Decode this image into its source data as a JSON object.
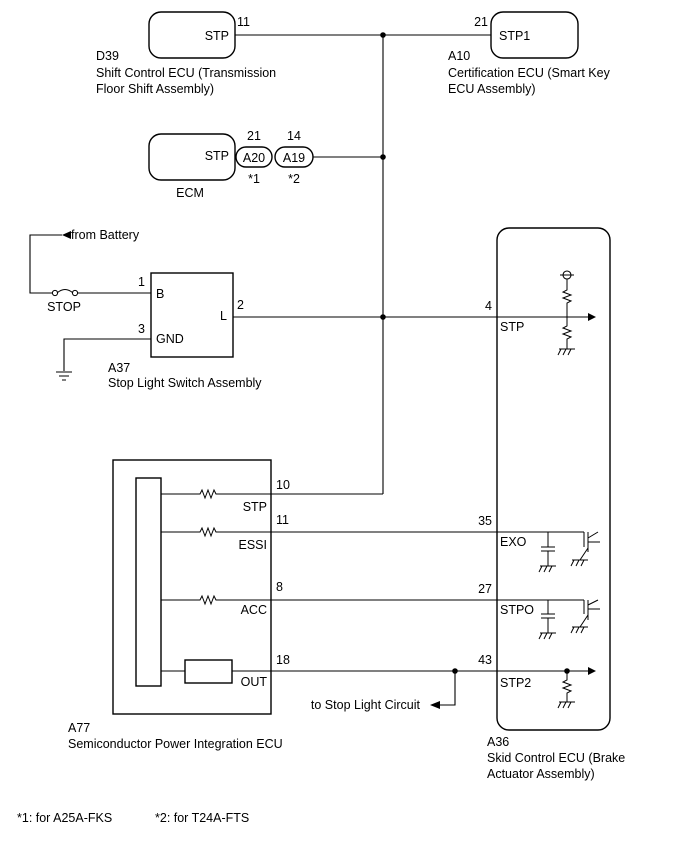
{
  "d39": {
    "code": "D39",
    "name_line1": "Shift Control ECU (Transmission",
    "name_line2": "Floor Shift Assembly)",
    "terminal": "STP",
    "pin": "11"
  },
  "a10": {
    "code": "A10",
    "name_line1": "Certification ECU (Smart Key",
    "name_line2": "ECU Assembly)",
    "terminal": "STP1",
    "pin": "21"
  },
  "ecm": {
    "name": "ECM",
    "terminal": "STP",
    "conn1": {
      "code": "A20",
      "pin": "21",
      "note": "*1"
    },
    "conn2": {
      "code": "A19",
      "pin": "14",
      "note": "*2"
    }
  },
  "battery": {
    "label": "from Battery"
  },
  "fuse": {
    "label": "STOP"
  },
  "a37": {
    "code": "A37",
    "name": "Stop Light Switch Assembly",
    "term_b": "B",
    "term_gnd": "GND",
    "term_l": "L",
    "pin_b": "1",
    "pin_gnd": "3",
    "pin_l": "2"
  },
  "a77": {
    "code": "A77",
    "name": "Semiconductor Power Integration ECU",
    "terminals": [
      {
        "name": "STP",
        "pin": "10"
      },
      {
        "name": "ESSI",
        "pin": "11"
      },
      {
        "name": "ACC",
        "pin": "8"
      },
      {
        "name": "OUT",
        "pin": "18"
      }
    ]
  },
  "a36": {
    "code": "A36",
    "name_line1": "Skid Control ECU (Brake",
    "name_line2": "Actuator Assembly)",
    "terminals": [
      {
        "name": "STP",
        "pin": "4"
      },
      {
        "name": "EXO",
        "pin": "35"
      },
      {
        "name": "STPO",
        "pin": "27"
      },
      {
        "name": "STP2",
        "pin": "43"
      }
    ]
  },
  "stop_light": {
    "label": "to Stop Light Circuit"
  },
  "footnotes": {
    "note1": "*1: for A25A-FKS",
    "note2": "*2: for T24A-FTS"
  }
}
